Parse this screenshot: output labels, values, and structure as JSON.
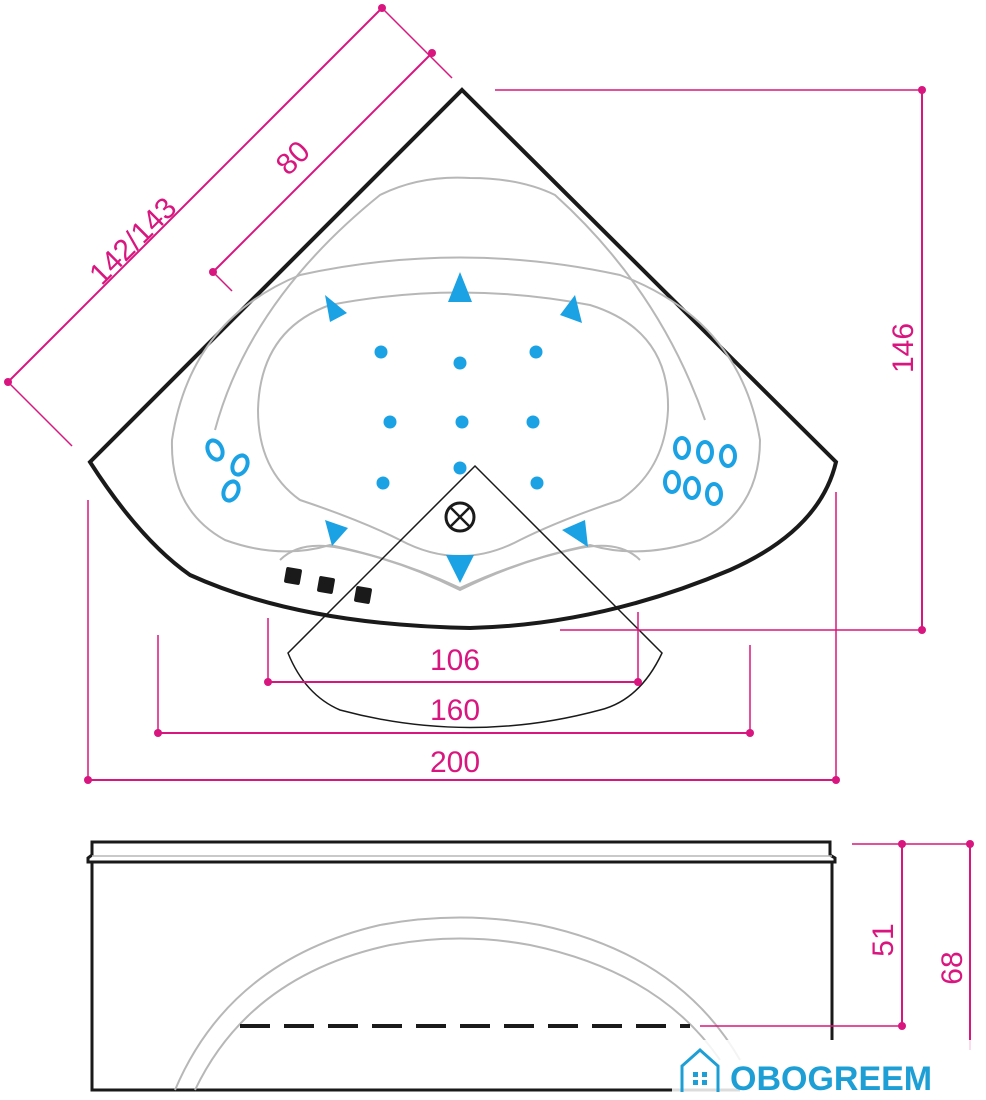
{
  "colors": {
    "outline": "#1a1a1a",
    "inner_line": "#b7b7b7",
    "dimension": "#d9167f",
    "jet": "#1aa2e4",
    "button": "#1a1a1a",
    "logo": "#1d9fd6"
  },
  "top_view": {
    "dimensions": {
      "diagonal_side": "142/143",
      "diagonal_inner": "80",
      "height": "146",
      "inner_width_small": "106",
      "inner_width_large": "160",
      "overall_width": "200"
    },
    "control_buttons": 3,
    "drain_icon": "drain-icon",
    "jet_icon": "water-jet-icon"
  },
  "side_view": {
    "dimensions": {
      "depth_inner": "51",
      "depth_total": "68"
    }
  },
  "watermark": {
    "brand": "OBOGREEM",
    "icon": "house-logo-icon"
  }
}
